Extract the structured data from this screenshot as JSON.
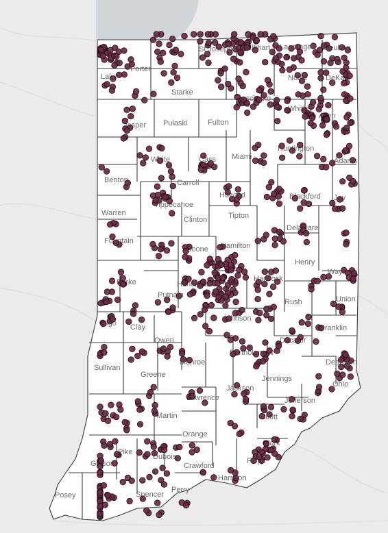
{
  "map": {
    "background_color": "#ebebeb",
    "land_color": "#ffffff",
    "water_color": "#cfd5d8",
    "border_color": "#3a3a3a",
    "marker_color": "#6b2a45",
    "marker_stroke_color": "#1e0c14",
    "county_labels": [
      "Lake",
      "Porter",
      "St Joseph",
      "Elkhart",
      "Lagrange",
      "Steuben",
      "Noble",
      "DeKalb",
      "Starke",
      "Kosciusko",
      "Whitley",
      "Allen",
      "Jasper",
      "Pulaski",
      "Fulton",
      "White",
      "Cass",
      "Miami",
      "Huntington",
      "Adams",
      "Benton",
      "Carroll",
      "Howard",
      "Blackford",
      "Jay",
      "Warren",
      "Tippecanoe",
      "Clinton",
      "Tipton",
      "Delaware",
      "Fountain",
      "Boone",
      "Hamilton",
      "Henry",
      "Wayne",
      "Parke",
      "Hendricks",
      "Marion",
      "Hancock",
      "Putnam",
      "Rush",
      "Union",
      "Vigo",
      "Johnson",
      "Franklin",
      "Clay",
      "Owen",
      "Decatur",
      "Monroe",
      "Bartholomew",
      "Dearborn",
      "Sullivan",
      "Greene",
      "Jennings",
      "Ohio",
      "Jackson",
      "Lawrence",
      "Jefferson",
      "Knox",
      "Martin",
      "Scott",
      "Orange",
      "Clark",
      "Gibson",
      "Pike",
      "Dubois",
      "Crawford",
      "Floyd",
      "Harrison",
      "Posey",
      "Spencer",
      "Perry"
    ]
  }
}
